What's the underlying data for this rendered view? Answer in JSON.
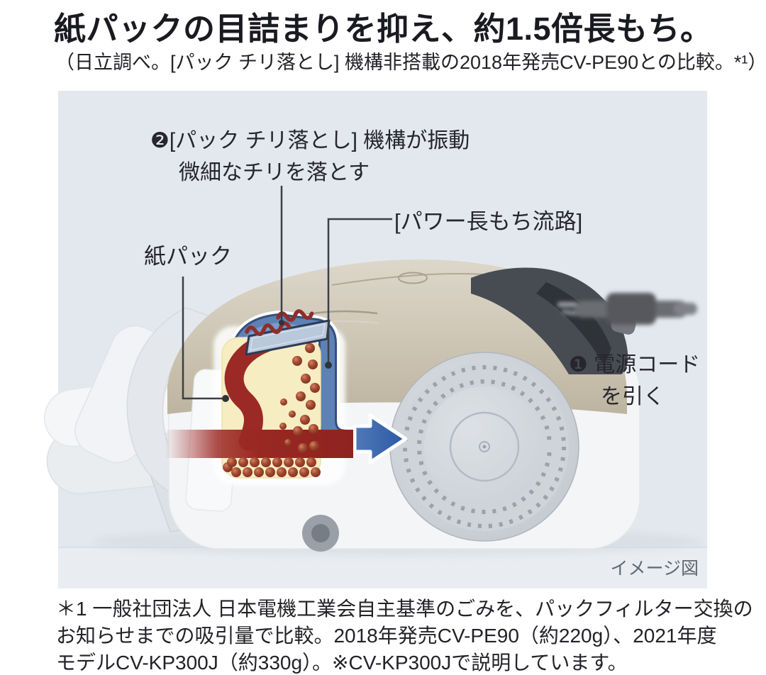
{
  "headline": {
    "text": "紙パックの目詰まりを抑え、約1.5倍長もち。",
    "color": "#1a1a21"
  },
  "subtitle": {
    "text": "（日立調べ。[パック チリ落とし] 機構非搭載の2018年発売CV-PE90との比較。*¹）"
  },
  "diagram": {
    "background_color": "#e3e8ee",
    "caption": "イメージ図",
    "callouts": {
      "step2_line1": "❷[パック チリ落とし] 機構が振動",
      "step2_line2": "微細なチリを落とす",
      "duct_label": "[パワー長もち流路]",
      "pack_label": "紙パック",
      "step1_line1": "❶ 電源コード",
      "step1_line2": "を引く"
    },
    "colors": {
      "dirty_airflow_red": "#9b2a26",
      "clean_airflow_blue": "#3a66ad",
      "pack_cream": "#f7edc2",
      "plate_blue": "#b9c8db",
      "body_beige": "#cdc5b3",
      "wheel_gray": "#c9ced4",
      "leader_line": "#3a3f47"
    },
    "dust_dots": [
      [
        437,
        491
      ],
      [
        419,
        509
      ],
      [
        441,
        514
      ],
      [
        431,
        534
      ],
      [
        444,
        547
      ],
      [
        424,
        559
      ],
      [
        400,
        567,
        5
      ],
      [
        438,
        571
      ],
      [
        412,
        584,
        5
      ],
      [
        430,
        592
      ],
      [
        399,
        601,
        5
      ],
      [
        420,
        608
      ],
      [
        442,
        605
      ],
      [
        406,
        624,
        5
      ],
      [
        427,
        632
      ],
      [
        443,
        629
      ],
      [
        321,
        659
      ],
      [
        327,
        652
      ],
      [
        343,
        652
      ],
      [
        359,
        652
      ],
      [
        375,
        652
      ],
      [
        391,
        652
      ],
      [
        407,
        652
      ],
      [
        423,
        652
      ],
      [
        439,
        652
      ],
      [
        333,
        666
      ],
      [
        349,
        666
      ],
      [
        365,
        666
      ],
      [
        381,
        666
      ],
      [
        397,
        666
      ],
      [
        413,
        666
      ],
      [
        429,
        666
      ],
      [
        445,
        666
      ]
    ]
  },
  "footnote": {
    "lines": [
      "＊1 一般社団法人 日本電機工業会自主基準のごみを、パックフィルター交換の",
      "お知らせまでの吸引量で比較。2018年発売CV-PE90（約220g）、2021年度",
      "モデルCV-KP300J（約330g）。※CV-KP300Jで説明しています。"
    ]
  }
}
